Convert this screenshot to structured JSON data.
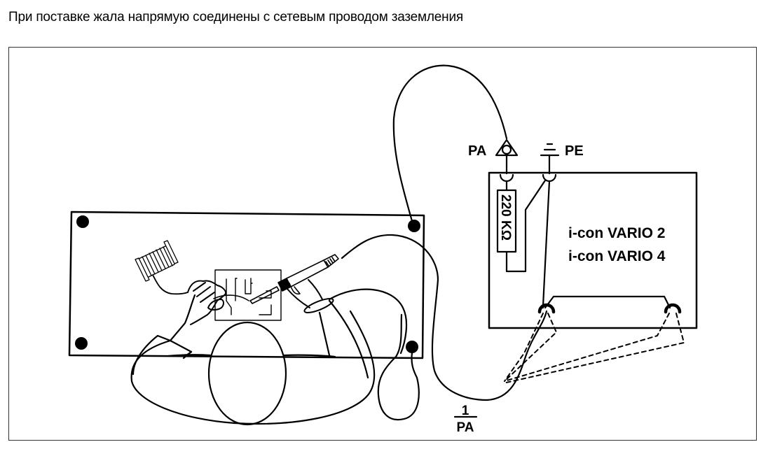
{
  "caption": "При поставке жала напрямую соединены с сетевым проводом заземления",
  "diagram": {
    "terminals": {
      "pa_label": "PA",
      "pe_label": "PE"
    },
    "resistor_label": "220 KΩ",
    "device_lines": [
      "i-con VARIO 2",
      "i-con VARIO 4"
    ],
    "fraction": {
      "numerator": "1",
      "denominator": "PA"
    },
    "colors": {
      "line": "#000000",
      "background": "#ffffff"
    }
  }
}
